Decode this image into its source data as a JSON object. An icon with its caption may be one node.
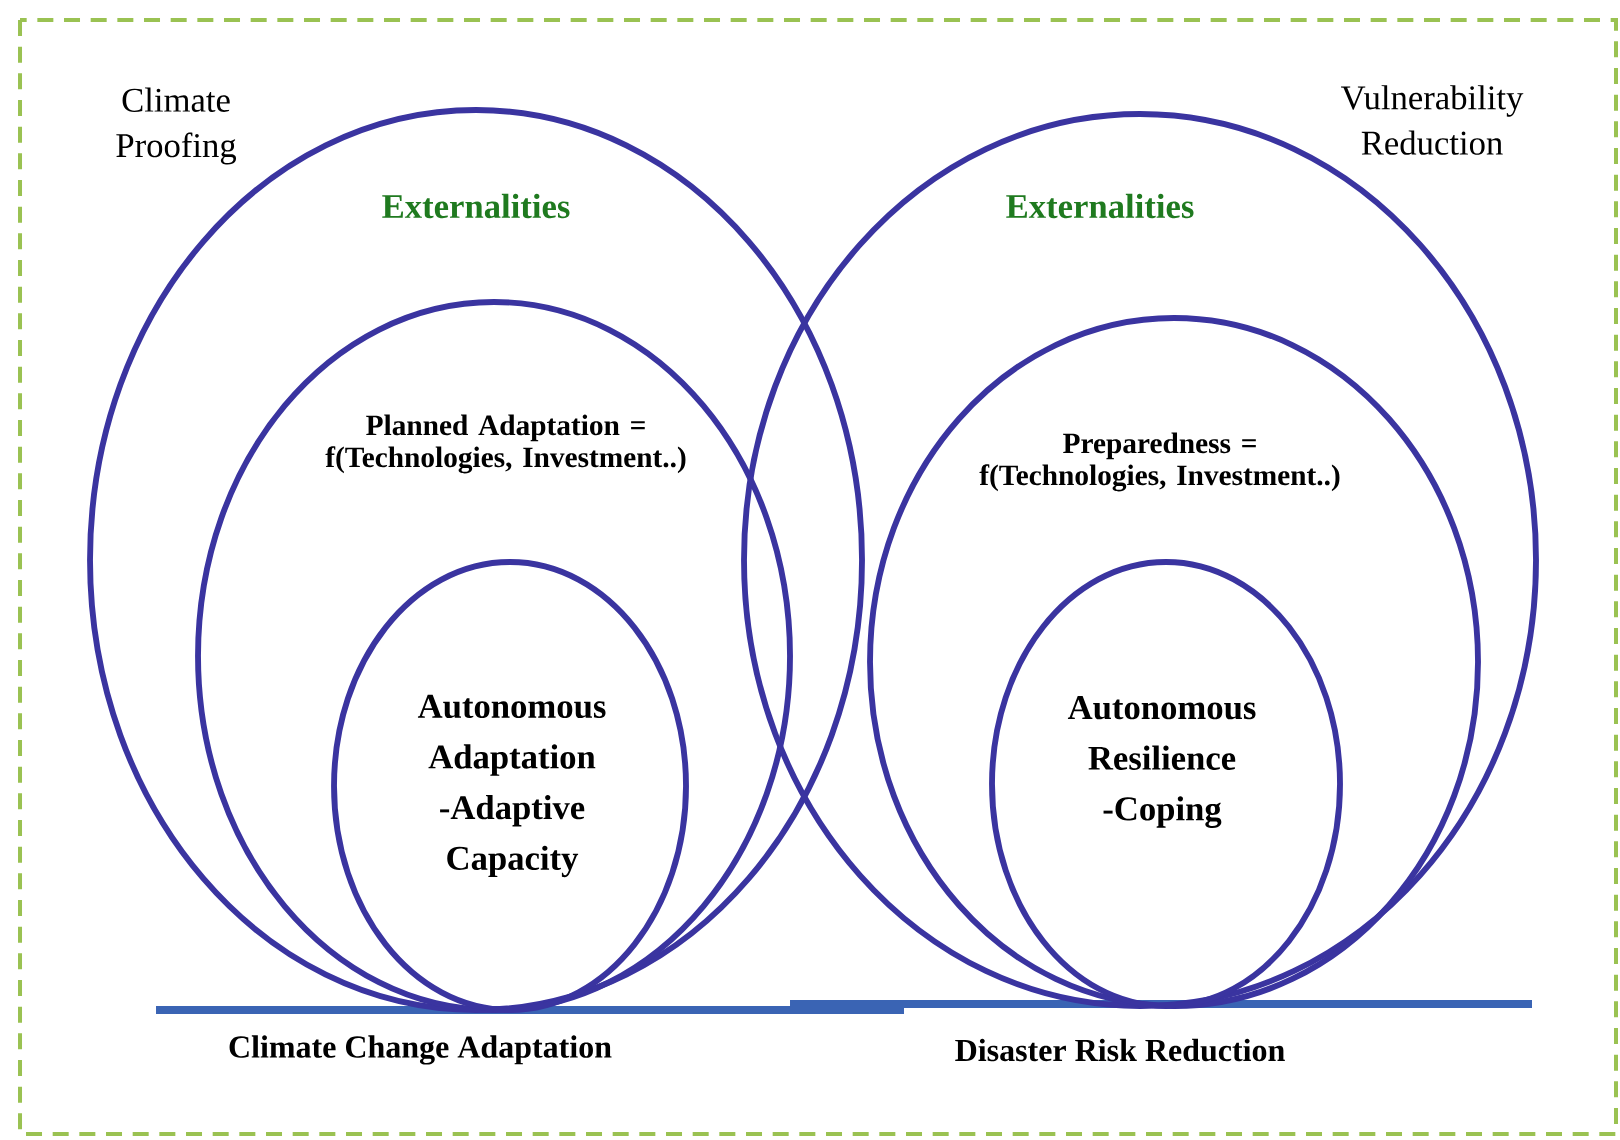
{
  "diagram": {
    "nodes": [
      {
        "text": [
          "Externalities"
        ],
        "beside": [
          "Climate Proofing"
        ]
      },
      {
        "text": [
          "Planned Adaptation = f(Technologies, Investment..)"
        ],
        "in": 0
      },
      {
        "text": [
          "Autonomous Adaptation -Adaptive Capacity"
        ],
        "in": 1
      },
      {
        "text": [
          "Externalities"
        ],
        "beside": [
          "Vulnerability Reduction"
        ]
      },
      {
        "text": [
          "Preparedness = f(Technologies, Investment..)"
        ],
        "in": 3
      },
      {
        "text": [
          "Autonomous Resilience -Coping"
        ],
        "in": 4
      }
    ],
    "labels": [
      "Climate Change Adaptation",
      "Disaster Risk Reduction"
    ]
  }
}
